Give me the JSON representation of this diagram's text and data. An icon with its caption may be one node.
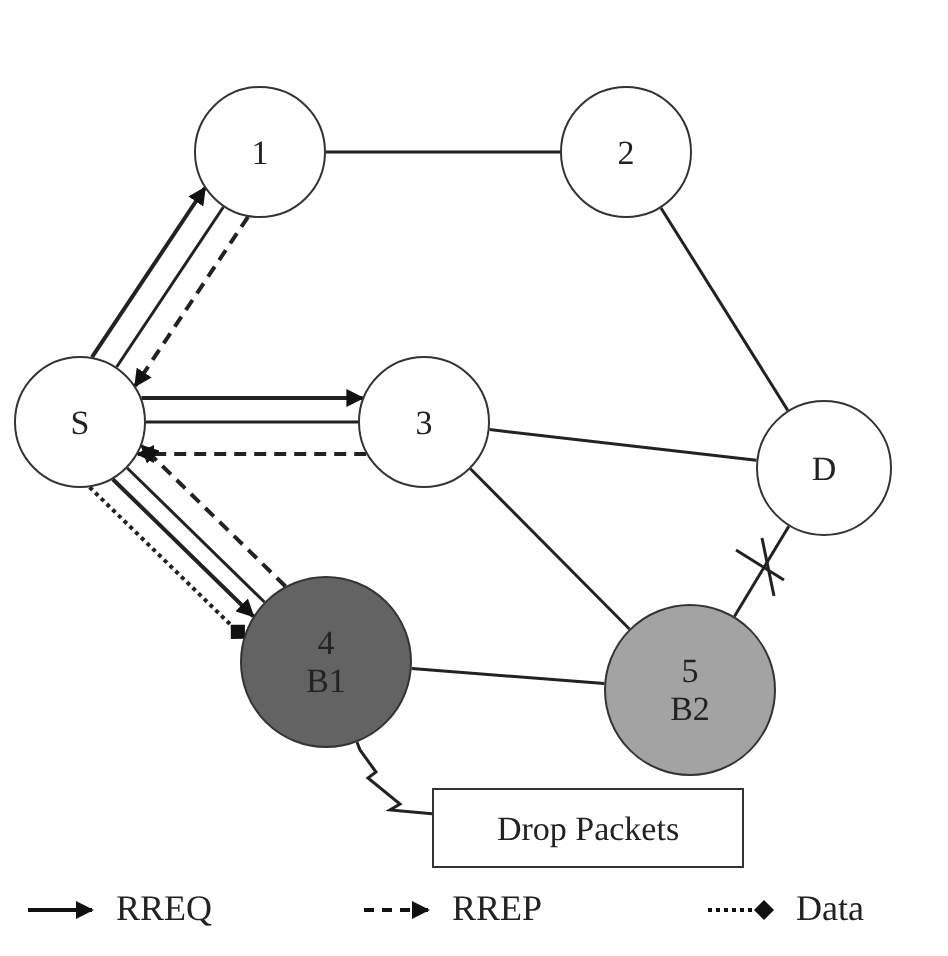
{
  "diagram": {
    "nodes": [
      {
        "text": [
          "1"
        ]
      },
      {
        "text": [
          "2"
        ]
      },
      {
        "text": [
          "S"
        ]
      },
      {
        "text": [
          "3"
        ]
      },
      {
        "text": [
          "D"
        ]
      },
      {
        "text": [
          "4",
          "B1"
        ]
      },
      {
        "text": [
          "5",
          "B2"
        ]
      },
      {
        "text": [
          "Drop Packets"
        ]
      }
    ],
    "edges": [
      {
        "from": 0,
        "to": 1,
        "arrow": "none"
      },
      {
        "from": 1,
        "to": 4,
        "arrow": "none"
      },
      {
        "from": 2,
        "to": 0,
        "arrow": "none"
      },
      {
        "from": 2,
        "to": 3,
        "arrow": "none"
      },
      {
        "from": 3,
        "to": 4,
        "arrow": "none"
      },
      {
        "from": 3,
        "to": 6,
        "arrow": "none"
      },
      {
        "from": 2,
        "to": 5,
        "arrow": "none"
      },
      {
        "from": 5,
        "to": 6,
        "arrow": "none"
      },
      {
        "from": 6,
        "to": 4,
        "arrow": "none"
      },
      {
        "from": 5,
        "to": 7,
        "arrow": "none"
      },
      {
        "from": 2,
        "to": 0,
        "arrow": "to"
      },
      {
        "from": 0,
        "to": 2,
        "arrow": "to",
        "style": "dashed"
      },
      {
        "from": 2,
        "to": 3,
        "arrow": "to"
      },
      {
        "from": 3,
        "to": 2,
        "arrow": "to",
        "style": "dashed"
      },
      {
        "from": 2,
        "to": 5,
        "arrow": "to"
      },
      {
        "from": 5,
        "to": 2,
        "arrow": "to",
        "style": "dashed"
      },
      {
        "from": 2,
        "to": 5,
        "arrow": "other",
        "style": "dashed"
      }
    ],
    "legend": [
      {
        "text": "RREQ"
      },
      {
        "text": "RREP"
      },
      {
        "text": "Data"
      }
    ]
  }
}
